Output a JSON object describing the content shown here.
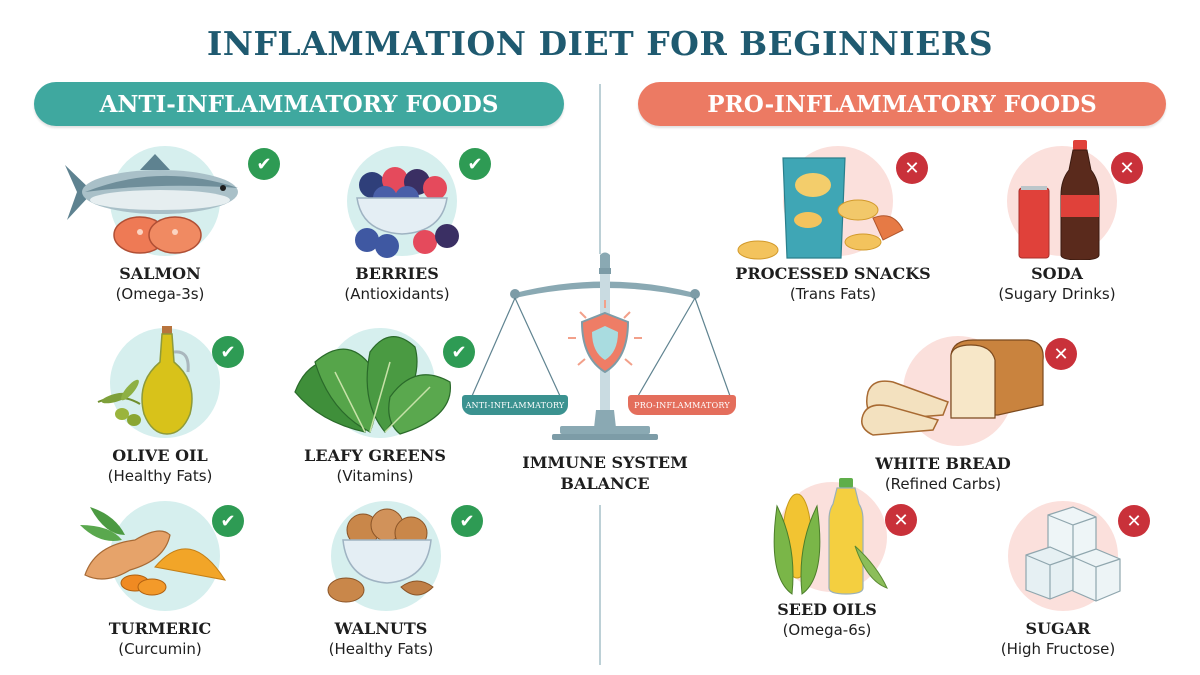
{
  "title": "INFLAMMATION DIET FOR BEGINNIERS",
  "sections": {
    "anti": {
      "label": "ANTI-INFLAMMATORY FOODS",
      "color": "#3fa89f",
      "badge": "check-icon",
      "items": [
        {
          "name": "SALMON",
          "benefit": "(Omega-3s)",
          "icon": "salmon-icon"
        },
        {
          "name": "BERRIES",
          "benefit": "(Antioxidants)",
          "icon": "berries-icon"
        },
        {
          "name": "OLIVE OIL",
          "benefit": "(Healthy Fats)",
          "icon": "olive-oil-icon"
        },
        {
          "name": "LEAFY GREENS",
          "benefit": "(Vitamins)",
          "icon": "leafy-greens-icon"
        },
        {
          "name": "TURMERIC",
          "benefit": "(Curcumin)",
          "icon": "turmeric-icon"
        },
        {
          "name": "WALNUTS",
          "benefit": "(Healthy Fats)",
          "icon": "walnuts-icon"
        }
      ]
    },
    "pro": {
      "label": "PRO-INFLAMMATORY FOODS",
      "color": "#ec7a63",
      "badge": "cross-icon",
      "items": [
        {
          "name": "PROCESSED SNACKS",
          "benefit": "(Trans Fats)",
          "icon": "chips-icon"
        },
        {
          "name": "SODA",
          "benefit": "(Sugary Drinks)",
          "icon": "soda-icon"
        },
        {
          "name": "WHITE BREAD",
          "benefit": "(Refined Carbs)",
          "icon": "bread-icon"
        },
        {
          "name": "SEED OILS",
          "benefit": "(Omega-6s)",
          "icon": "seed-oils-icon"
        },
        {
          "name": "SUGAR",
          "benefit": "(High Fructose)",
          "icon": "sugar-cubes-icon"
        }
      ]
    }
  },
  "center": {
    "left_pan": "ANTI-INFLAMMATORY",
    "right_pan": "PRO-INFLAMMATORY",
    "caption_line1": "IMMUNE SYSTEM",
    "caption_line2": "BALANCE",
    "icon": "balance-scale-shield-icon"
  },
  "badges": {
    "check": "✔",
    "cross": "✕"
  },
  "colors": {
    "title": "#1f5a70",
    "check": "#2e9b54",
    "cross": "#c9313a",
    "anti_bg": "#d6efee",
    "pro_bg": "#fbe0dc"
  }
}
